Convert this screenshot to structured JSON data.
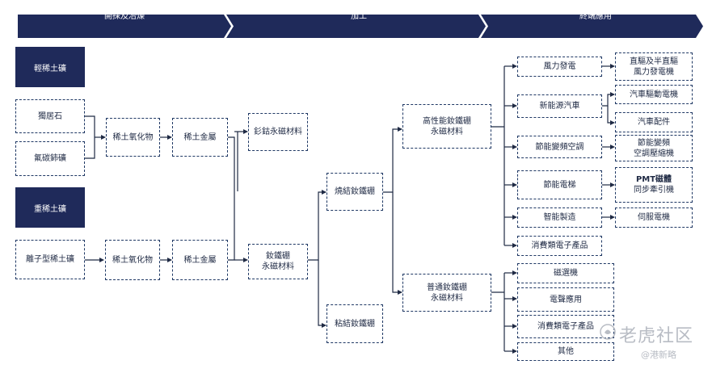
{
  "stages": {
    "upstream": {
      "title": "上游",
      "subtitle": "開採及冶煉"
    },
    "midstream": {
      "title": "中游",
      "subtitle": "加工"
    },
    "downstream": {
      "title": "下游",
      "subtitle": "終端應用"
    }
  },
  "nodes": {
    "light_re_ore": "輕稀土礦",
    "bastnaesite": "獨居石",
    "fluorocarbon": "氟碳鈰礦",
    "heavy_re_ore": "重稀土礦",
    "ionic_ore": "離子型稀土礦",
    "oxide_top": "稀土氧化物",
    "oxide_bottom": "稀土氧化物",
    "metal_top": "稀土金屬",
    "metal_bottom": "稀土金屬",
    "smco": "釤鈷永磁材料",
    "ndfeb_magnet": [
      "釹鐵硼",
      "永磁材料"
    ],
    "sintered": "燒結釹鐵硼",
    "bonded": "粘結釹鐵硼",
    "high_perf": [
      "高性能釹鐵硼",
      "永磁材料"
    ],
    "ordinary": [
      "普通釹鐵硼",
      "永磁材料"
    ],
    "wind": "風力發電",
    "nev": "新能源汽車",
    "inverter_ac": "節能變頻空調",
    "elevator": "節能電梯",
    "smart_mfg": "智能製造",
    "consumer_top": "消費類電子產品",
    "direct_drive": [
      "直驅及半直驅",
      "風力發電機"
    ],
    "ev_motor": "汽車驅動電機",
    "auto_parts": "汽車配件",
    "inverter_comp": [
      "節能變頻",
      "空調壓縮機"
    ],
    "pmt": [
      "PMT磁體",
      "同步牽引機"
    ],
    "servo": "伺服電機",
    "separator": "磁選機",
    "acoustic": "電聲應用",
    "consumer_bottom": "消費類電子產品",
    "others": "其他"
  },
  "watermark": {
    "main": "老虎社区",
    "sub": "@港新略"
  },
  "colors": {
    "navy": "#1f2a5a",
    "box_border": "#1f3864",
    "line": "#1f2a44",
    "watermark": "#b8bcc4"
  }
}
